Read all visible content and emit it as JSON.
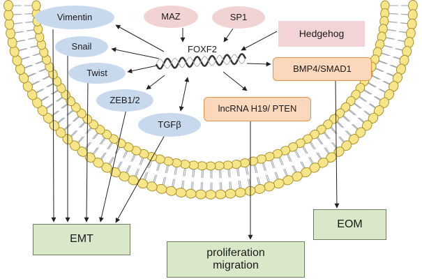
{
  "nodes": {
    "vimentin": "Vimentin",
    "snail": "Snail",
    "twist": "Twist",
    "zeb": "ZEB1/2",
    "tgfb": "TGFβ",
    "maz": "MAZ",
    "sp1": "SP1",
    "foxf2": "FOXF2",
    "hedgehog": "Hedgehog",
    "bmp4": "BMP4/SMAD1",
    "lncrna": "lncRNA H19/ PTEN",
    "emt": "EMT",
    "prolif": "proliferation\nmigration",
    "eom": "EOM"
  },
  "colors": {
    "membrane_head": "#f7e58a",
    "membrane_head_stroke": "#a88f2a",
    "membrane_tail": "#9aa3ad",
    "ellipse_blue": "#c8d9ee",
    "ellipse_pink": "#f2d3d3",
    "rect_orange": "#fbd8bb",
    "rect_orange_border": "#e79145",
    "rect_green": "#d9e8c8",
    "arrow": "#222222"
  }
}
